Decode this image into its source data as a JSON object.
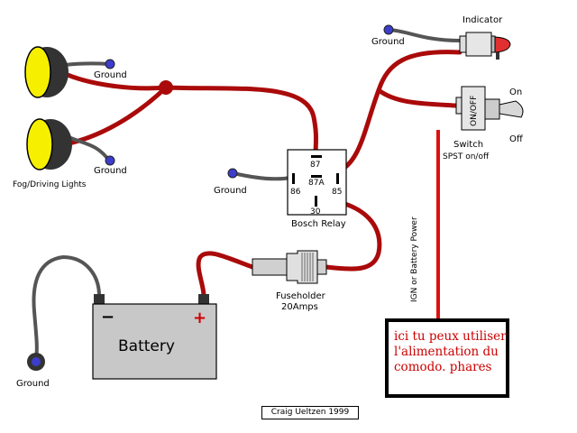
{
  "labels": {
    "ground_lamp1": "Ground",
    "ground_lamp2": "Ground",
    "ground_indicator": "Ground",
    "ground_relay": "Ground",
    "ground_battery": "Ground",
    "lights": "Fog/Driving Lights",
    "indicator": "Indicator",
    "on": "On",
    "off": "Off",
    "switch_name": "Switch",
    "switch_type": "SPST on/off",
    "switch_face": "ON/OFF",
    "relay": "Bosch Relay",
    "fuse_name": "Fuseholder",
    "fuse_rating": "20Amps",
    "battery": "Battery",
    "battery_neg": "−",
    "battery_pos": "+",
    "ign": "IGN or Battery Power",
    "credit": "Craig Ueltzen 1999"
  },
  "relay_pins": {
    "p87": "87",
    "p87a": "87A",
    "p86": "86",
    "p85": "85",
    "p30": "30"
  },
  "note": {
    "line1": "ici tu peux utiliser",
    "line2": "l'alimentation du",
    "line3": "comodo. phares"
  },
  "colors": {
    "wire": "#aa0a0a",
    "ground_wire": "#555555",
    "lamp_lens": "#f6f000",
    "ground_dot": "#3d3dcc",
    "indicator_lamp": "#e03030",
    "battery_body": "#c8c8c8",
    "note_text": "#cc0000",
    "highlight_wire": "#e01010"
  }
}
